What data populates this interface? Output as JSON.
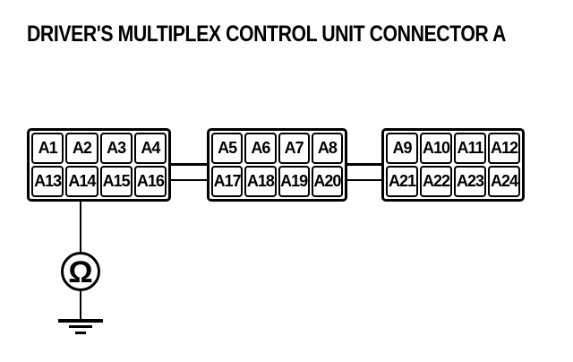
{
  "title": "DRIVER'S MULTIPLEX CONTROL UNIT CONNECTOR A",
  "connector_blocks": [
    {
      "top_row": [
        "A1",
        "A2",
        "A3",
        "A4"
      ],
      "bottom_row": [
        "A13",
        "A14",
        "A15",
        "A16"
      ]
    },
    {
      "top_row": [
        "A5",
        "A6",
        "A7",
        "A8"
      ],
      "bottom_row": [
        "A17",
        "A18",
        "A19",
        "A20"
      ]
    },
    {
      "top_row": [
        "A9",
        "A10",
        "A11",
        "A12"
      ],
      "bottom_row": [
        "A21",
        "A22",
        "A23",
        "A24"
      ]
    }
  ],
  "ground": {
    "symbol": "Ω",
    "connected_pin": "A14"
  },
  "colors": {
    "line": "#000000",
    "background": "#ffffff"
  }
}
